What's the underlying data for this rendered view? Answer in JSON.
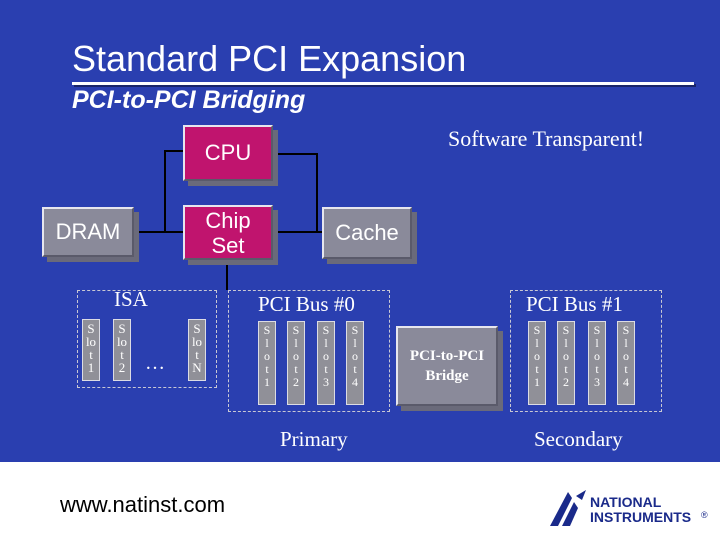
{
  "title": "Standard PCI Expansion",
  "subtitle": "PCI-to-PCI Bridging",
  "note": "Software Transparent!",
  "boxes": {
    "cpu": "CPU",
    "chipset": "Chip Set",
    "dram": "DRAM",
    "cache": "Cache",
    "bridge": "PCI-to-PCI Bridge"
  },
  "buses": {
    "isa": "ISA",
    "pci0": "PCI Bus #0",
    "pci1": "PCI Bus #1",
    "primary": "Primary",
    "secondary": "Secondary"
  },
  "isa_slots": [
    "S\nlo\nt\n1",
    "S\nlo\nt\n2",
    "S\nlo\nt\nN"
  ],
  "isa_ellipsis": "…",
  "pci0_slots": [
    "S\nl\no\nt\n1",
    "S\nl\no\nt\n2",
    "S\nl\no\nt\n3",
    "S\nl\no\nt\n4"
  ],
  "pci1_slots": [
    "S\nl\no\nt\n1",
    "S\nl\no\nt\n2",
    "S\nl\no\nt\n3",
    "S\nl\no\nt\n4"
  ],
  "footer_url": "www.natinst.com",
  "logo": {
    "line1": "NATIONAL",
    "line2": "INSTRUMENTS",
    "mark": "®"
  },
  "colors": {
    "background": "#2a3fb0",
    "cpu": "#c0146e",
    "grey_box": "#8a8a9a",
    "logo_band": "#ffffff"
  }
}
